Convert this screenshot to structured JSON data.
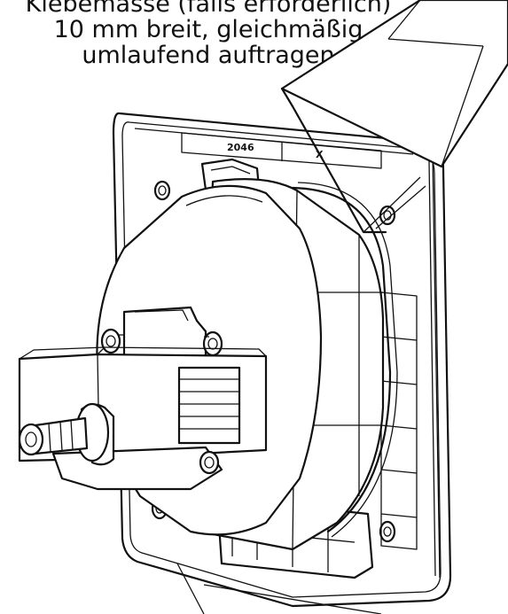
{
  "caption": {
    "line1": "Klebemasse (falls erforderlich)",
    "line2": "10 mm breit, gleichmäßig",
    "line3": "umlaufend auftragen"
  },
  "labels": {
    "left_box": "2046",
    "right_box": "X"
  }
}
